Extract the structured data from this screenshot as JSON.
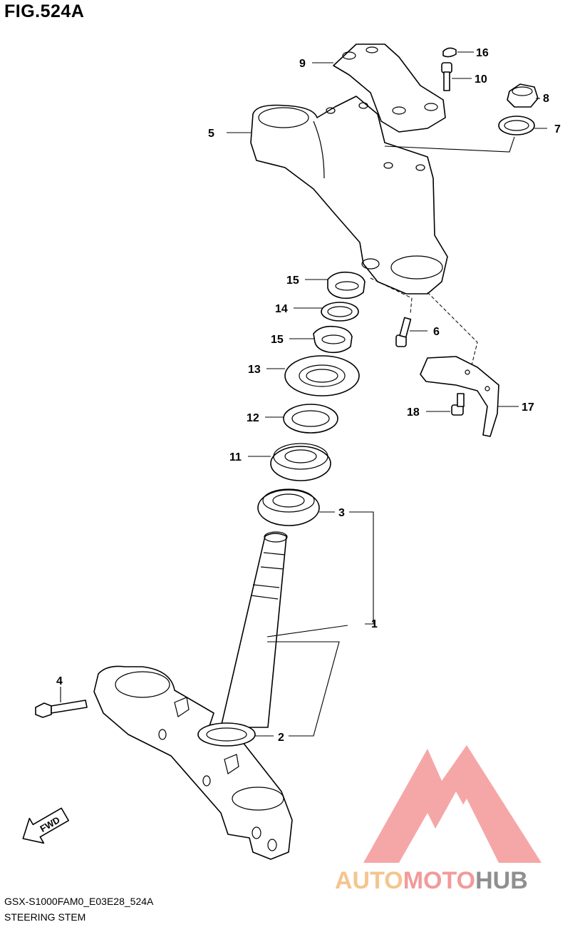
{
  "figure": {
    "title": "FIG.524A",
    "code": "GSX-S1000FAM0_E03E28_524A",
    "name": "STEERING STEM",
    "direction_label": "FWD"
  },
  "callouts": {
    "c1": "1",
    "c2": "2",
    "c3": "3",
    "c4": "4",
    "c5": "5",
    "c6": "6",
    "c7": "7",
    "c8": "8",
    "c9": "9",
    "c10": "10",
    "c11": "11",
    "c12": "12",
    "c13": "13",
    "c14": "14",
    "c15a": "15",
    "c15b": "15",
    "c16": "16",
    "c17": "17",
    "c18": "18"
  },
  "watermark": {
    "part1": "AUTO",
    "part2": "MOTO",
    "part3": "HUB",
    "logo_color": "#f28a8a"
  },
  "icons": {
    "fwd_arrow": "fwd-arrow-icon",
    "watermark_logo": "triangle-logo-icon"
  }
}
